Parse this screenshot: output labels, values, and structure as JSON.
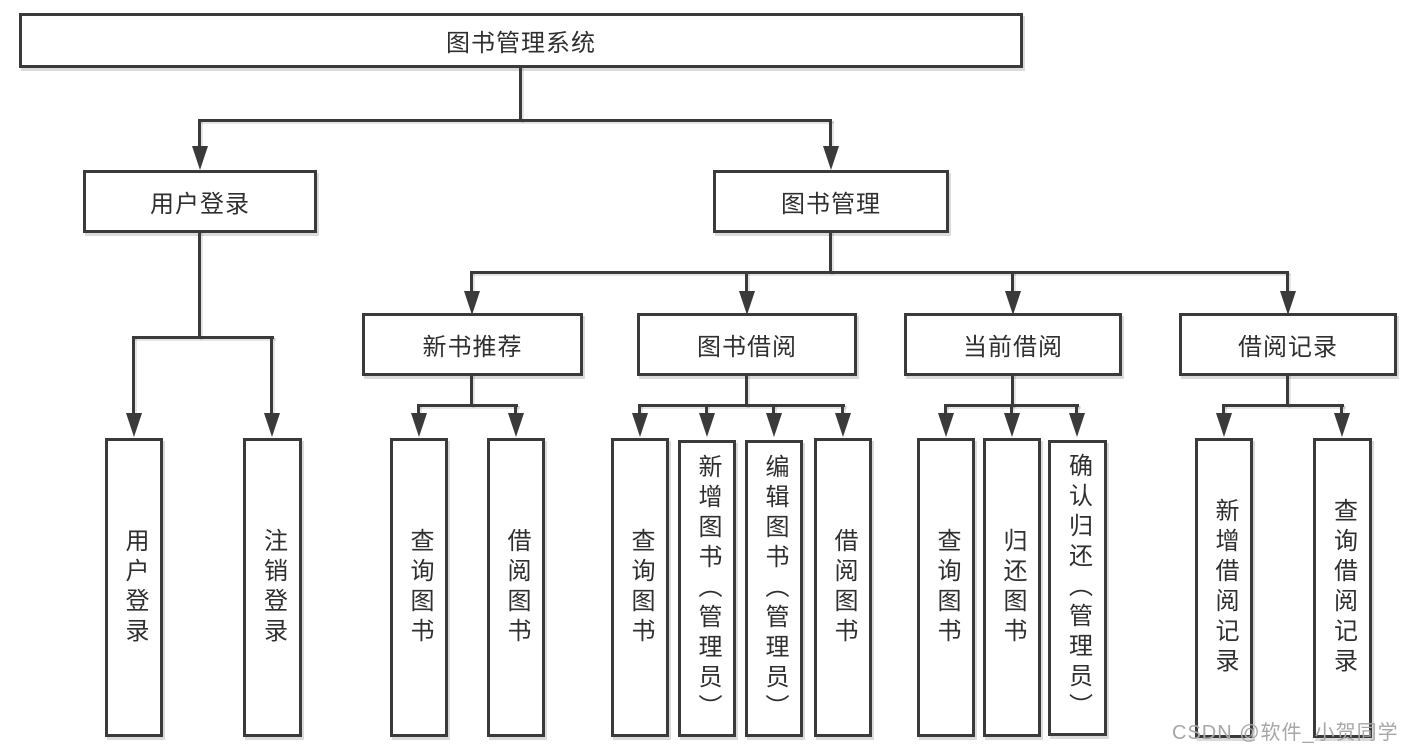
{
  "tree": {
    "root": {
      "label": "图书管理系统",
      "children": [
        {
          "label": "用户登录",
          "children": [
            {
              "label": "用户登录"
            },
            {
              "label": "注销登录"
            }
          ]
        },
        {
          "label": "图书管理",
          "children": [
            {
              "label": "新书推荐",
              "children": [
                {
                  "label": "查询图书"
                },
                {
                  "label": "借阅图书"
                }
              ]
            },
            {
              "label": "图书借阅",
              "children": [
                {
                  "label": "查询图书"
                },
                {
                  "label": "新增图书（管理员）"
                },
                {
                  "label": "编辑图书（管理员）"
                },
                {
                  "label": "借阅图书"
                }
              ]
            },
            {
              "label": "当前借阅",
              "children": [
                {
                  "label": "查询图书"
                },
                {
                  "label": "归还图书"
                },
                {
                  "label": "确认归还（管理员）"
                }
              ]
            },
            {
              "label": "借阅记录",
              "children": [
                {
                  "label": "新增借阅记录"
                },
                {
                  "label": "查询借阅记录"
                }
              ]
            }
          ]
        }
      ]
    }
  },
  "watermark": {
    "text": "CSDN @软件_小贺同学"
  },
  "colors": {
    "line": "#3a3a3a",
    "box_border": "#3a3a3a",
    "text": "#2f2f2f",
    "watermark": "#a7a7a7"
  }
}
